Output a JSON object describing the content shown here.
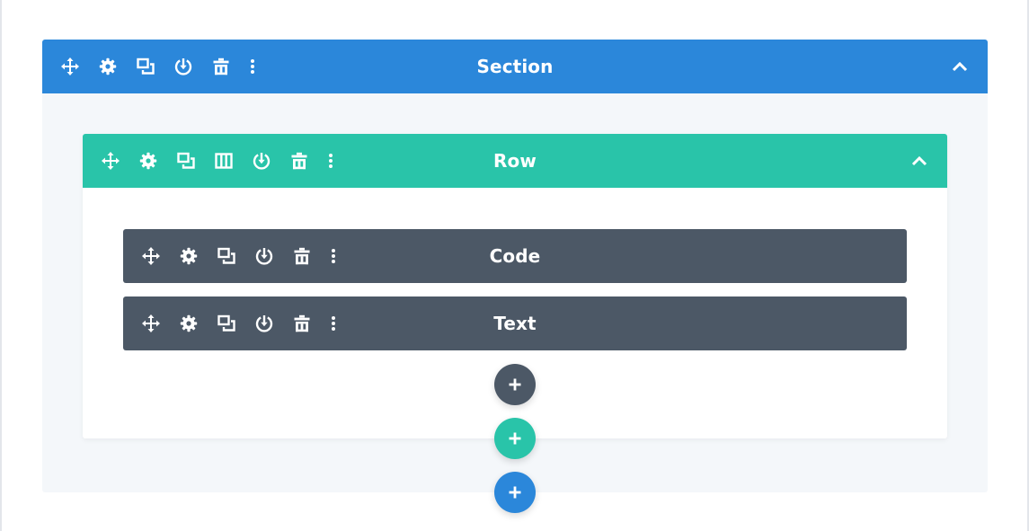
{
  "colors": {
    "section": "#2b87da",
    "row": "#29c4a9",
    "module": "#4c5866",
    "section_bg": "#f4f7fa"
  },
  "section": {
    "title": "Section",
    "icons": [
      "move-icon",
      "settings-icon",
      "duplicate-icon",
      "save-icon",
      "trash-icon",
      "more-icon"
    ],
    "collapse_icon": "chevron-up-icon"
  },
  "row": {
    "title": "Row",
    "icons": [
      "move-icon",
      "settings-icon",
      "duplicate-icon",
      "columns-icon",
      "save-icon",
      "trash-icon",
      "more-icon"
    ],
    "collapse_icon": "chevron-up-icon"
  },
  "modules": [
    {
      "title": "Code",
      "icons": [
        "move-icon",
        "settings-icon",
        "duplicate-icon",
        "save-icon",
        "trash-icon",
        "more-icon"
      ]
    },
    {
      "title": "Text",
      "icons": [
        "move-icon",
        "settings-icon",
        "duplicate-icon",
        "save-icon",
        "trash-icon",
        "more-icon"
      ]
    }
  ],
  "add_buttons": {
    "module": "plus-icon",
    "row": "plus-icon",
    "section": "plus-icon"
  }
}
